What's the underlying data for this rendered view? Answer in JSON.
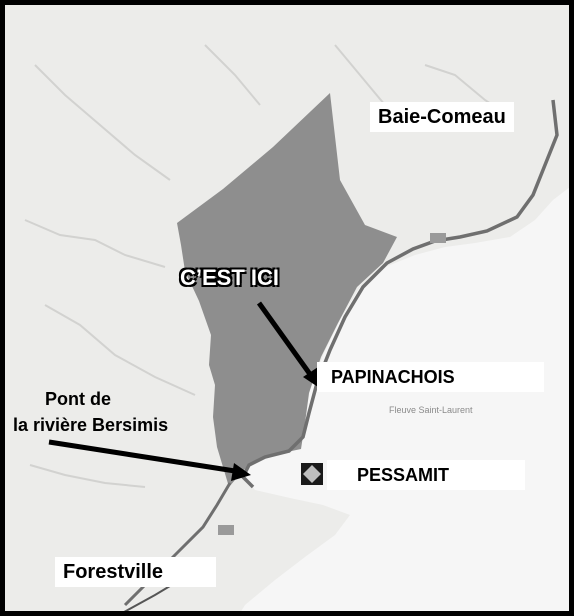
{
  "labels": {
    "baie_comeau": "Baie-Comeau",
    "cest_ici": "C’EST ICI",
    "papinachois": "PAPINACHOIS",
    "pont_line1": "Pont de",
    "pont_line2": "la rivière Bersimis",
    "pessamit": "PESSAMIT",
    "forestville": "Forestville",
    "fleuve": "Fleuve Saint-Laurent"
  },
  "colors": {
    "territory": "#8e8e8e",
    "land": "#ececea",
    "water": "#f6f6f6",
    "road": "#6f6f6f",
    "border": "#000000"
  },
  "icons": {
    "marker": "diamond-icon"
  }
}
